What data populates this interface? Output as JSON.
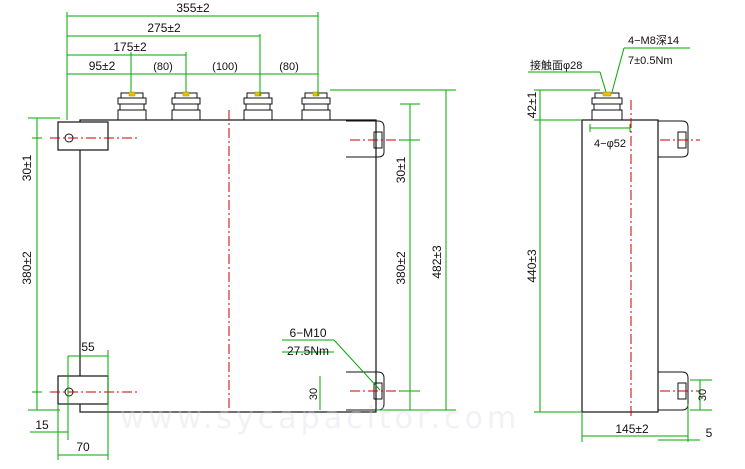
{
  "front_view": {
    "dims": {
      "overall_width": "355±2",
      "terminal_4_offset": "275±2",
      "terminal_2_offset": "175±2",
      "terminal_1_offset": "95±2",
      "pitch_a": "(80)",
      "pitch_b": "(100)",
      "pitch_c": "(80)",
      "top_bracket_height": "30±1",
      "left_height": "380±2",
      "right_bracket_height": "30±1",
      "right_height": "380±2",
      "overall_height": "482±3",
      "bracket_width": "55",
      "bracket_offset": "15",
      "bracket_total": "70",
      "bottom_bracket_height": "30"
    },
    "callout_bolt": "6−M10",
    "callout_torque": "27.5Nm"
  },
  "side_view": {
    "contact_face": "接触面φ28",
    "terminal_thread": "4−M8深14",
    "terminal_torque": "7±0.5Nm",
    "terminal_height": "42±1",
    "terminal_diameter": "4−φ52",
    "body_height": "440±3",
    "body_depth": "145±2",
    "side_offset": "5",
    "bottom_bracket_height": "30"
  },
  "colors": {
    "dimension": "#00a800",
    "centerline": "#cc0000",
    "outline": "#111111",
    "contact": "#e6c000"
  },
  "watermark": "www.sycapacitor.com"
}
